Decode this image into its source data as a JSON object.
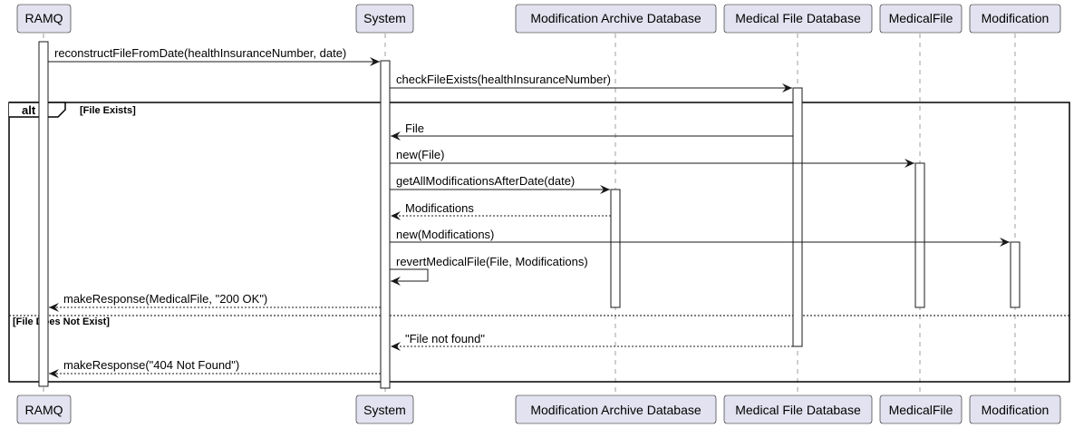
{
  "participants": [
    {
      "id": "ramq",
      "label": "RAMQ"
    },
    {
      "id": "system",
      "label": "System"
    },
    {
      "id": "archive",
      "label": "Modification Archive Database"
    },
    {
      "id": "medicaldb",
      "label": "Medical File Database"
    },
    {
      "id": "medicalfile",
      "label": "MedicalFile"
    },
    {
      "id": "modification",
      "label": "Modification"
    }
  ],
  "messages": {
    "reconstruct": "reconstructFileFromDate(healthInsuranceNumber, date)",
    "check": "checkFileExists(healthInsuranceNumber)",
    "file_return": "File",
    "new_file": "new(File)",
    "get_mods": "getAllModificationsAfterDate(date)",
    "mods_return": "Modifications",
    "new_mods": "new(Modifications)",
    "revert": "revertMedicalFile(File, Modifications)",
    "response_ok": "makeResponse(MedicalFile, \"200 OK\")",
    "not_found_return": "\"File not found\"",
    "response_404": "makeResponse(\"404 Not Found\")"
  },
  "alt": {
    "keyword": "alt",
    "guard_exists": "[File Exists]",
    "guard_not_exists": "[File Does Not Exist]"
  }
}
